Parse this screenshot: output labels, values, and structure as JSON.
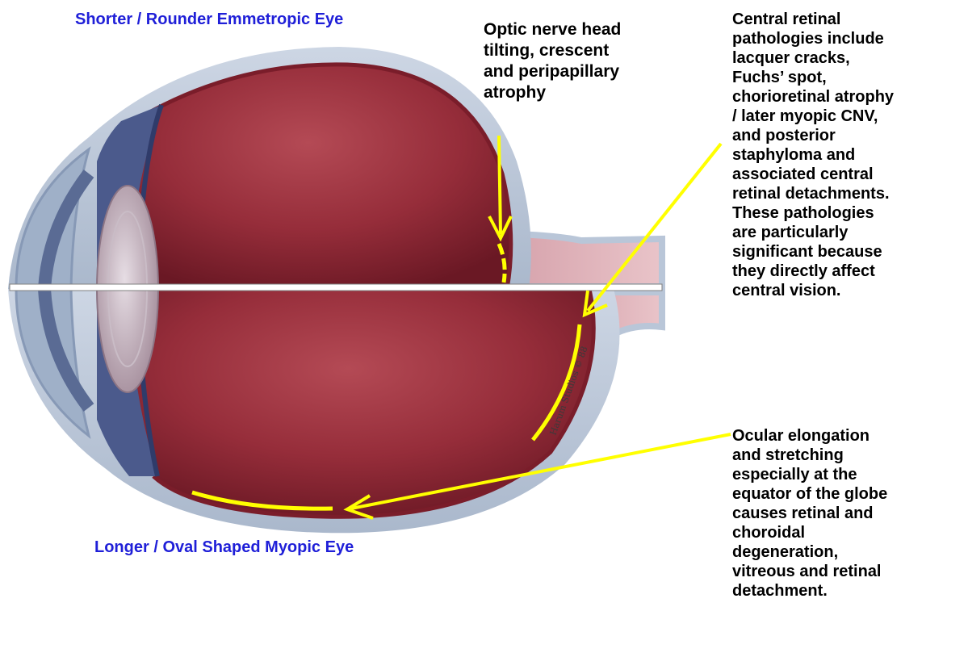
{
  "labels": {
    "top_eye": "Shorter  / Rounder Emmetropic Eye",
    "bottom_eye": "Longer  / Oval Shaped Myopic Eye"
  },
  "annotations": {
    "optic_nerve": [
      "Optic nerve head",
      "tilting, crescent",
      "and peripapillary",
      "atrophy"
    ],
    "central_retinal": [
      "Central retinal",
      "pathologies include",
      "lacquer cracks,",
      "Fuchs’ spot,",
      "chorioretinal atrophy",
      "/ later myopic CNV,",
      "and posterior",
      "staphyloma and",
      "associated central",
      "retinal detachments.",
      "These pathologies",
      "are particularly",
      "significant because",
      "they directly affect",
      "central vision."
    ],
    "ocular_elongation": [
      "Ocular elongation",
      "and stretching",
      "especially at the",
      "equator of the globe",
      "causes retinal and",
      "choroidal",
      "degeneration,",
      "vitreous and retinal",
      "detachment."
    ]
  },
  "illustration": {
    "signature": "Harum Studios © 88"
  },
  "colors": {
    "label_blue": "#1f1fd8",
    "highlight": "#ffff00",
    "vitreous": "#8f2a35",
    "sclera": "#b9c6d8"
  }
}
